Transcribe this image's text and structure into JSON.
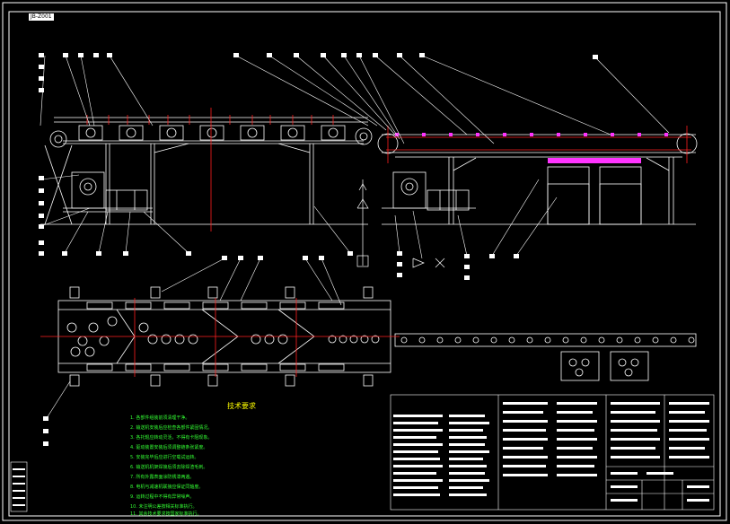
{
  "drawing": {
    "frame_tag": "JB-Z001",
    "colors": {
      "background": "#000000",
      "structure": "#ffffff",
      "centerline": "#ff2020",
      "belt_rollers": "#ff33ff",
      "notes_text": "#33ff33",
      "title_text": "#ffff00"
    }
  },
  "notes": {
    "title": "技术要求",
    "lines": [
      "1. 各部件组装前须清理干净。",
      "2. 输送机安装后应检查各部件紧固情况。",
      "3. 各托辊应转动灵活，不得有卡阻现象。",
      "4. 驱动装置安装后须调整链条张紧度。",
      "5. 安装完毕后应进行空载试运转。",
      "6. 输送机机架焊接后须去除焊渣毛刺。",
      "7. 所有外露表面涂防锈漆两遍。",
      "8. 电机与减速机联接应保证同轴度。",
      "9. 运转过程中不得有异常噪声。",
      "10. 未注明公差按相关标准执行。",
      "11. 其余技术要求按国家标准执行。"
    ]
  }
}
